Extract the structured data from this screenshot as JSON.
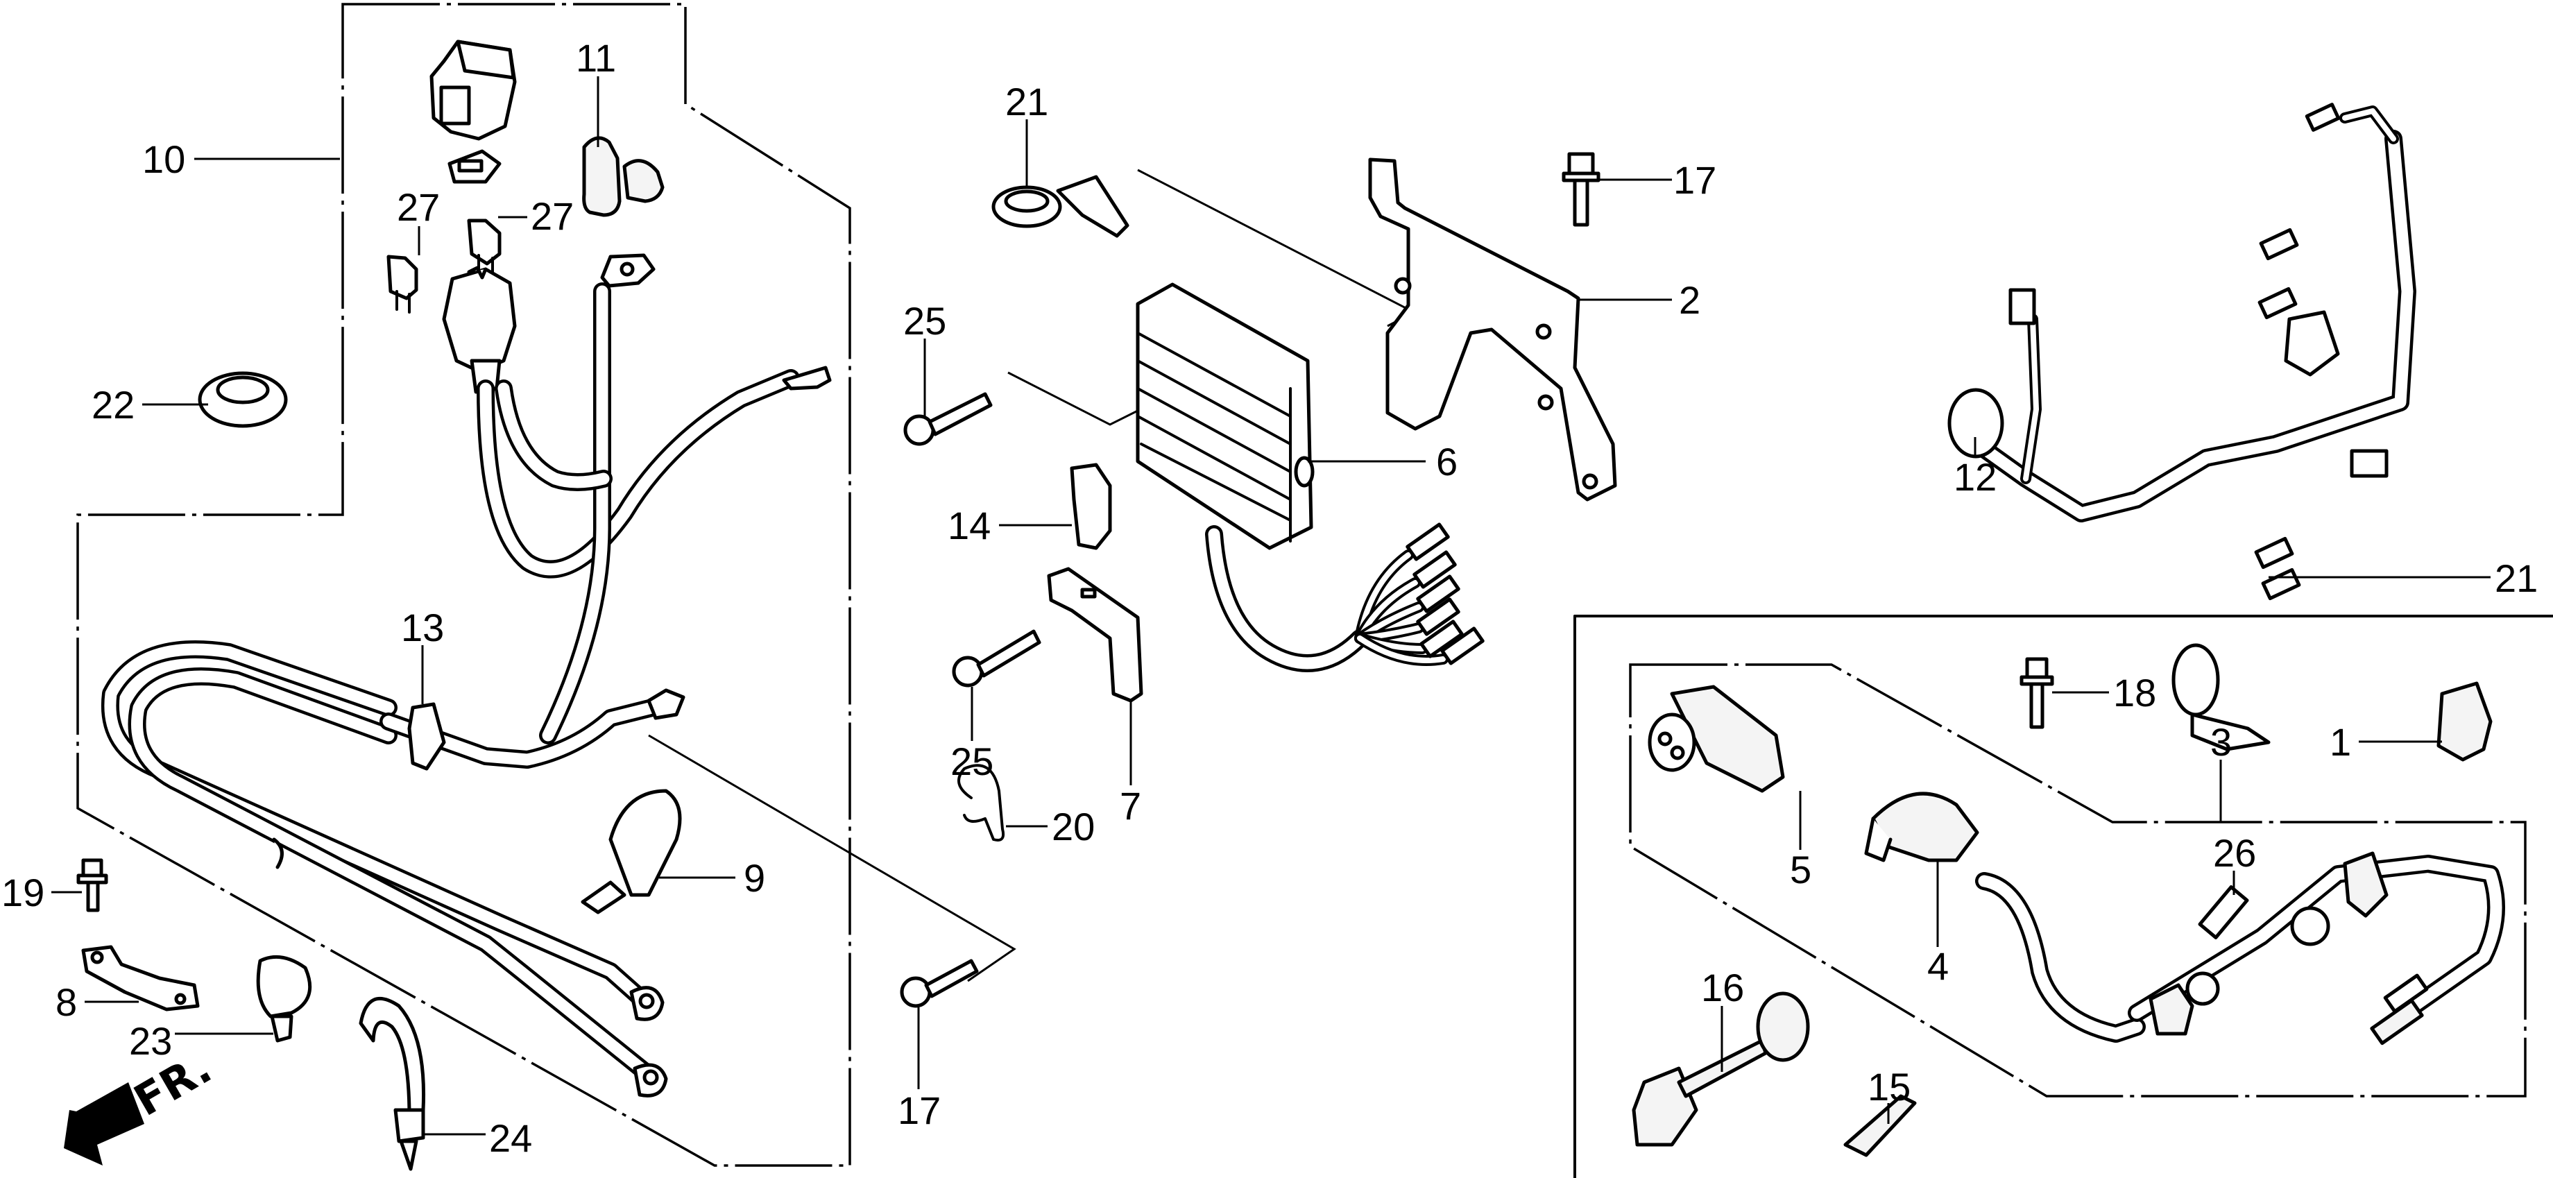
{
  "diagram": {
    "type": "exploded-parts-diagram",
    "direction_indicator": {
      "label": "FR.",
      "icon": "arrow-down-left-icon"
    },
    "callouts": [
      {
        "id": "c10",
        "label": "10",
        "part": "main-wire-harness-assembly"
      },
      {
        "id": "c11",
        "label": "11",
        "part": "terminal-cover"
      },
      {
        "id": "c27a",
        "label": "27",
        "part": "fuse"
      },
      {
        "id": "c27b",
        "label": "27",
        "part": "fuse"
      },
      {
        "id": "c22",
        "label": "22",
        "part": "clamp-ring"
      },
      {
        "id": "c21a",
        "label": "21",
        "part": "band-clip"
      },
      {
        "id": "c17a",
        "label": "17",
        "part": "flange-bolt"
      },
      {
        "id": "c2",
        "label": "2",
        "part": "regulator-bracket"
      },
      {
        "id": "c25a",
        "label": "25",
        "part": "flange-bolt"
      },
      {
        "id": "c6",
        "label": "6",
        "part": "regulator-rectifier"
      },
      {
        "id": "c14",
        "label": "14",
        "part": "connector-holder"
      },
      {
        "id": "c25b",
        "label": "25",
        "part": "flange-bolt"
      },
      {
        "id": "c7",
        "label": "7",
        "part": "stay"
      },
      {
        "id": "c20",
        "label": "20",
        "part": "wire-clip"
      },
      {
        "id": "c13",
        "label": "13",
        "part": "harness-band"
      },
      {
        "id": "c9",
        "label": "9",
        "part": "band-clamp"
      },
      {
        "id": "c19",
        "label": "19",
        "part": "bolt"
      },
      {
        "id": "c8",
        "label": "8",
        "part": "cable-holder"
      },
      {
        "id": "c23",
        "label": "23",
        "part": "clip"
      },
      {
        "id": "c24",
        "label": "24",
        "part": "band-clip"
      },
      {
        "id": "c17b",
        "label": "17",
        "part": "flange-bolt"
      },
      {
        "id": "c12",
        "label": "12",
        "part": "sub-harness-with-switch"
      },
      {
        "id": "c21b",
        "label": "21",
        "part": "band-clip"
      },
      {
        "id": "c18",
        "label": "18",
        "part": "bolt"
      },
      {
        "id": "c3",
        "label": "3",
        "part": "socket-assembly"
      },
      {
        "id": "c1",
        "label": "1",
        "part": "cap"
      },
      {
        "id": "c26",
        "label": "26",
        "part": "fuse-cartridge"
      },
      {
        "id": "c5",
        "label": "5",
        "part": "receptacle"
      },
      {
        "id": "c4",
        "label": "4",
        "part": "socket-holder"
      },
      {
        "id": "c16",
        "label": "16",
        "part": "cap-with-strap"
      },
      {
        "id": "c15",
        "label": "15",
        "part": "fuse-label"
      }
    ]
  }
}
